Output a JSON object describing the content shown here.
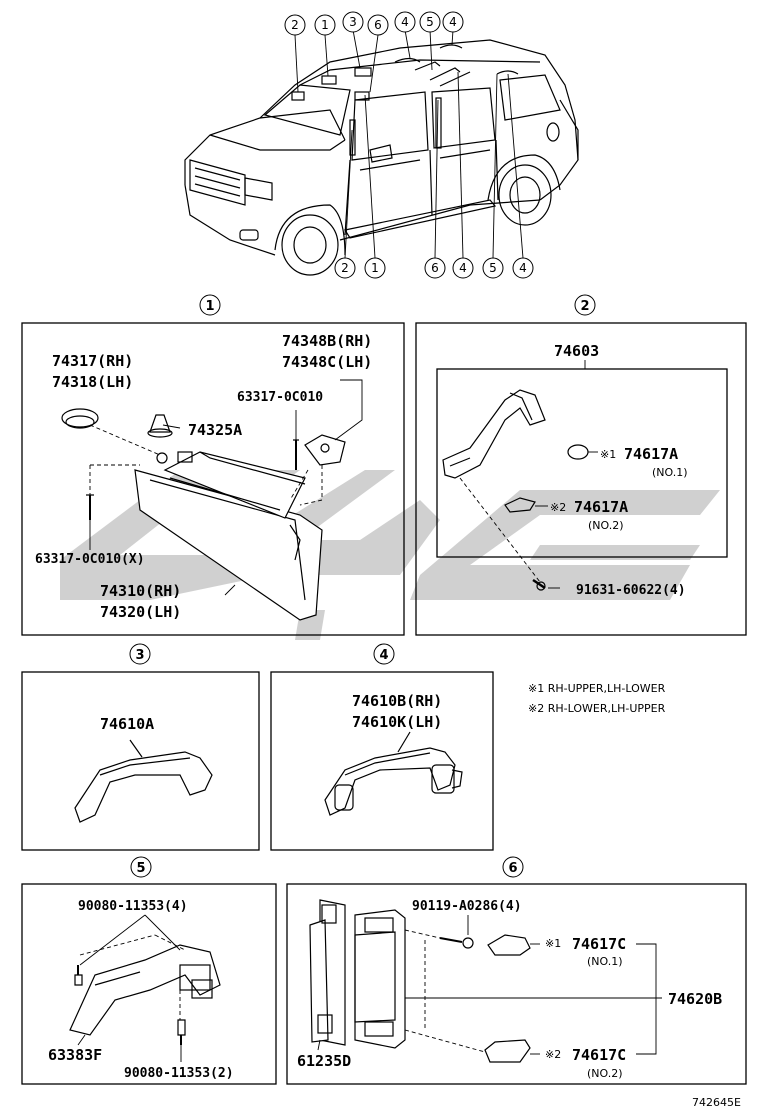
{
  "overview": {
    "top_callouts": [
      "2",
      "1",
      "3",
      "6",
      "4",
      "5",
      "4"
    ],
    "bottom_callouts": [
      "2",
      "1",
      "6",
      "4",
      "5",
      "4"
    ]
  },
  "sections": {
    "s1": {
      "index": "1",
      "parts": {
        "visor_holder_rh": "74317(RH)",
        "visor_holder_lh": "74318(LH)",
        "holder_b_rh": "74348B(RH)",
        "holder_c_lh": "74348C(LH)",
        "screw_top": "63317-0C010",
        "clip": "74325A",
        "screw_left": "63317-0C010(X)",
        "visor_rh": "74310(RH)",
        "visor_lh": "74320(LH)"
      }
    },
    "s2": {
      "index": "2",
      "parts": {
        "grip": "74603",
        "cover_upper": "74617A",
        "cover_upper_mark": "※1",
        "cover_upper_no": "(NO.1)",
        "cover_lower": "74617A",
        "cover_lower_mark": "※2",
        "cover_lower_no": "(NO.2)",
        "screw": "91631-60622(4)"
      }
    },
    "s3": {
      "index": "3",
      "parts": {
        "grip": "74610A"
      }
    },
    "s4": {
      "index": "4",
      "parts": {
        "grip_rh": "74610B(RH)",
        "grip_lh": "74610K(LH)"
      }
    },
    "notes": {
      "note1": "※1  RH-UPPER,LH-LOWER",
      "note2": "※2  RH-LOWER,LH-UPPER"
    },
    "s5": {
      "index": "5",
      "parts": {
        "bolt_top": "90080-11353(4)",
        "bracket": "63383F",
        "bolt_bottom": "90080-11353(2)"
      }
    },
    "s6": {
      "index": "6",
      "parts": {
        "screw": "90119-A0286(4)",
        "cover_upper": "74617C",
        "cover_upper_mark": "※1",
        "cover_upper_no": "(NO.1)",
        "grip": "74620B",
        "bracket": "61235D",
        "cover_lower": "74617C",
        "cover_lower_mark": "※2",
        "cover_lower_no": "(NO.2)"
      }
    }
  },
  "footer": {
    "diagram_code": "742645E"
  },
  "colors": {
    "ink": "#000000",
    "watermark": "#c8c8c8",
    "paper": "#ffffff"
  }
}
